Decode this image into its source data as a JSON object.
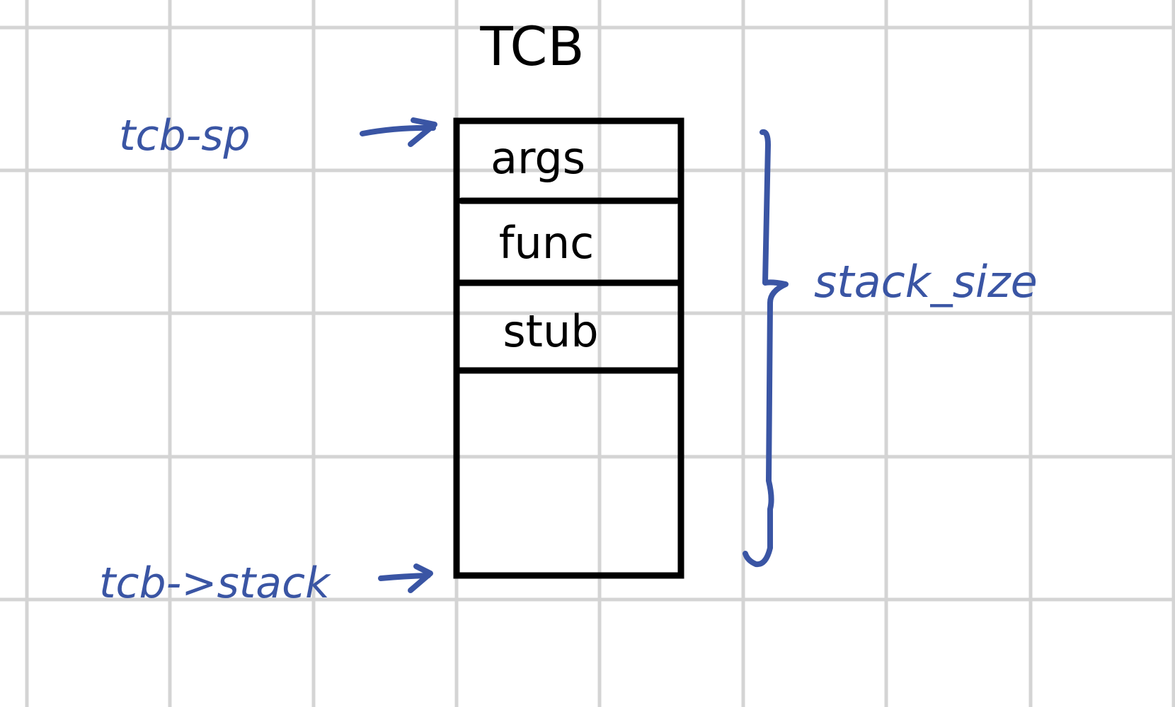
{
  "title": "TCB",
  "stack_cells": [
    "args",
    "func",
    "stub",
    ""
  ],
  "labels": {
    "top_pointer": "tcb-sp",
    "bottom_pointer": "tcb->stack",
    "size": "stack_size"
  },
  "colors": {
    "grid": "#d4d4d4",
    "ink": "#000000",
    "annotation": "#3a55a4"
  }
}
